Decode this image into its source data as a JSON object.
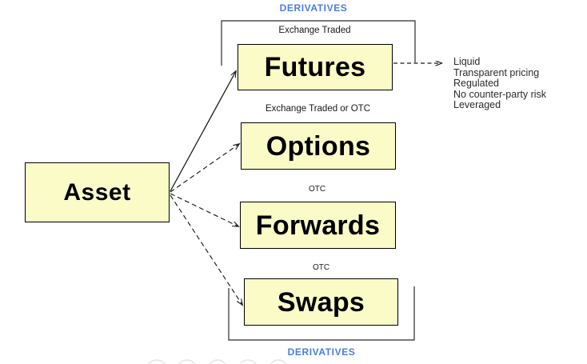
{
  "diagram": {
    "title_top": "DERIVATIVES",
    "title_bottom": "DERIVATIVES",
    "source_node": {
      "label": "Asset"
    },
    "nodes": [
      {
        "id": "futures",
        "label": "Futures",
        "caption": "Exchange Traded",
        "edge_style": "solid"
      },
      {
        "id": "options",
        "label": "Options",
        "caption": "Exchange Traded or OTC",
        "edge_style": "dashed"
      },
      {
        "id": "forwards",
        "label": "Forwards",
        "caption": "OTC",
        "edge_style": "dashed"
      },
      {
        "id": "swaps",
        "label": "Swaps",
        "caption": "OTC",
        "edge_style": "dashed"
      }
    ],
    "annotation": {
      "attached_to": "futures",
      "items": [
        "Liquid",
        "Transparent pricing",
        "Regulated",
        "No counter-party risk",
        "Leveraged"
      ]
    },
    "colors": {
      "node_fill": "#FBFBC8",
      "node_border": "#000000",
      "bracket_title": "#4A7DDF",
      "text": "#000000",
      "edge": "#2b2b2b",
      "background": "#FFFFFF",
      "dots": "#E4E4E4"
    }
  }
}
